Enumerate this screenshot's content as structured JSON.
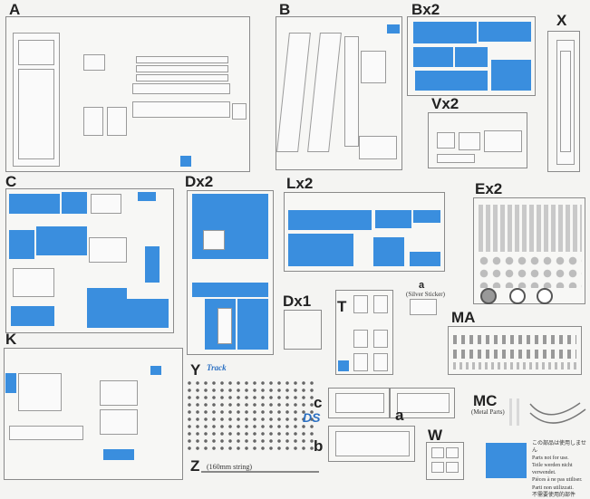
{
  "sprues": {
    "a_label": "A",
    "b_label": "B",
    "bx2_label": "Bx2",
    "x_label": "X",
    "vx2_label": "Vx2",
    "c_label": "C",
    "dx2_label": "Dx2",
    "lx2_label": "Lx2",
    "ex2_label": "Ex2",
    "dx1_label": "Dx1",
    "t_label": "T",
    "ma_label": "MA",
    "k_label": "K",
    "y_label": "Y",
    "z_label": "Z",
    "c_small_label": "c",
    "a_small_label": "a",
    "b_small_label": "b",
    "mc_label": "MC",
    "w_label": "W",
    "sticker_label": "a",
    "sticker_caption": "(Silver Sticker)",
    "metal_caption": "(Metal Parts)",
    "z_caption": "(160mm string)",
    "ez_track": "Track",
    "ds_mark": "DS"
  },
  "legend": {
    "lines": [
      "この部品は使用しません",
      "Parts not for use.",
      "Teile werden nicht verwendet.",
      "Pièces à ne pas utiliser.",
      "Parti non utilizzati.",
      "不需要使用的部件"
    ],
    "color": "#3a8ede"
  },
  "colors": {
    "unused_parts": "#3a8ede",
    "outline": "#8a8a8a"
  }
}
